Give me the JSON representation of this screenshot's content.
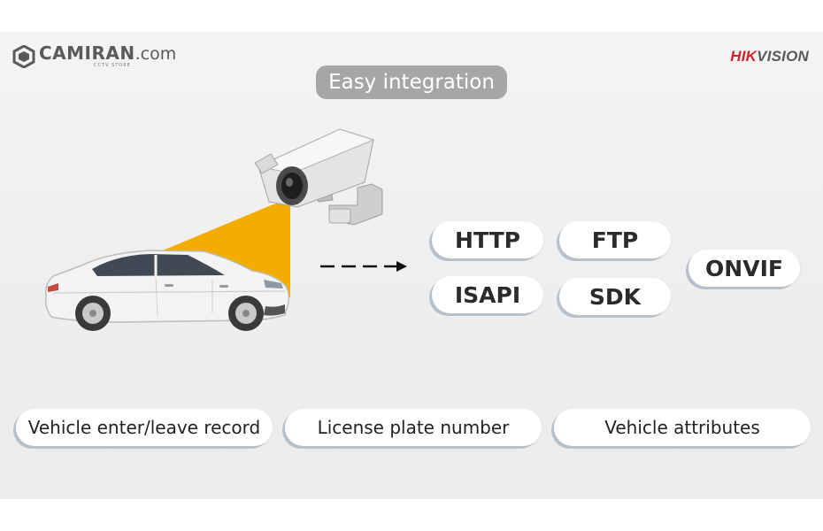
{
  "logos": {
    "left_brand": "CAMIRAN",
    "left_tld": ".com",
    "left_sub": "CCTV STORE",
    "right_brand_red": "HIK",
    "right_brand_gray": "VISION"
  },
  "title": "Easy integration",
  "protocols": [
    "HTTP",
    "FTP",
    "ISAPI",
    "SDK",
    "ONVIF"
  ],
  "attributes": [
    "Vehicle enter/leave record",
    "License plate number",
    "Vehicle attributes"
  ],
  "colors": {
    "beam": "#f2ad00",
    "title_pill": "#a6a6a6",
    "pill_shadow": "#b5c2ce",
    "hik_red": "#d6202a"
  },
  "icons": [
    "camiran-logo-icon",
    "cctv-camera-icon",
    "car-icon",
    "dashed-arrow-icon"
  ]
}
